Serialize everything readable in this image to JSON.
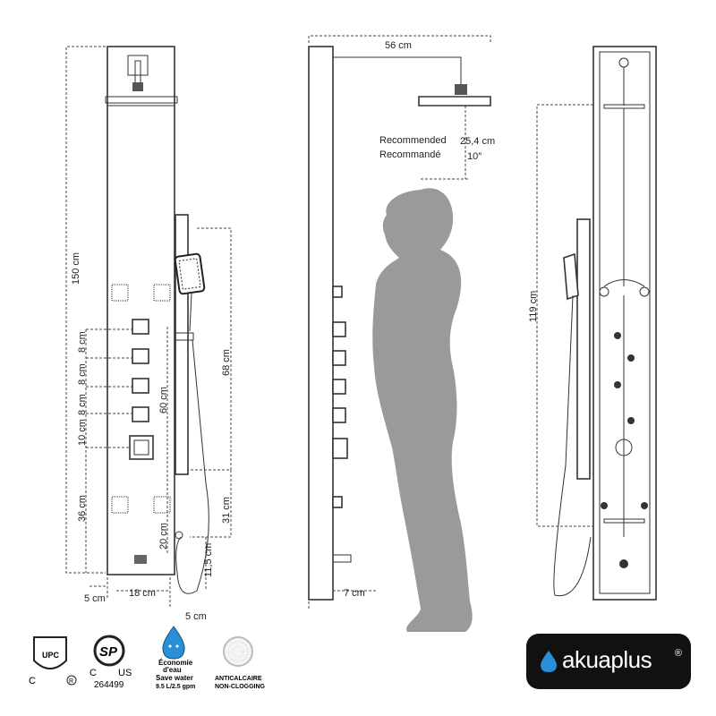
{
  "dimensions": {
    "panel_height": "150 cm",
    "arm_reach": "56 cm",
    "rec_height_cm": "25,4 cm",
    "rec_height_in": "10″",
    "recommended_en": "Recommended",
    "recommended_fr": "Recommandé",
    "spacing_8a": "8 cm",
    "spacing_8b": "8 cm",
    "spacing_8c": "8 cm",
    "spacing_10": "10 cm",
    "spacing_36": "36 cm",
    "spacing_60": "60 cm",
    "spacing_68": "68 cm",
    "spacing_31": "31 cm",
    "spacing_20": "20 cm",
    "spacing_11_5": "11,5 cm",
    "bottom_5_left": "5 cm",
    "bottom_18": "18 cm",
    "bottom_5_right": "5 cm",
    "depth_7": "7 cm",
    "back_119": "119 cm"
  },
  "certifications": {
    "upc": "UPC",
    "upc_c": "C",
    "upc_r": "R",
    "csa": "SP",
    "csa_c": "C",
    "csa_us": "US",
    "csa_number": "264499",
    "eco_line1": "Économie",
    "eco_line2": "d'eau",
    "eco_line3": "Save water",
    "eco_line4": "9.5 L/2.5 gpm",
    "anti_line1": "ANTICALCAIRE",
    "anti_line2": "NON-CLOGGING"
  },
  "brand": {
    "name": "akuaplus",
    "mark": "®"
  },
  "colors": {
    "silhouette": "#9a9a9a",
    "brand_bg": "#111111",
    "drop": "#2a8fd6"
  }
}
